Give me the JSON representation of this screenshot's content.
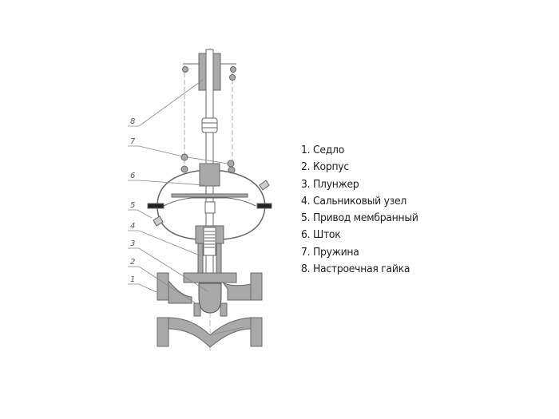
{
  "callouts": [
    "1",
    "2",
    "3",
    "4",
    "5",
    "6",
    "7",
    "8"
  ],
  "legend": [
    "1. Седло",
    "2. Корпус",
    "3. Плунжер",
    "4. Сальниковый узел",
    "5. Привод мембранный",
    "6. Шток",
    "7. Пружина",
    "8. Настроечная гайка"
  ],
  "colors": {
    "part_fill": "#a9a9a9",
    "line": "#666666",
    "text": "#1e1e1e"
  }
}
